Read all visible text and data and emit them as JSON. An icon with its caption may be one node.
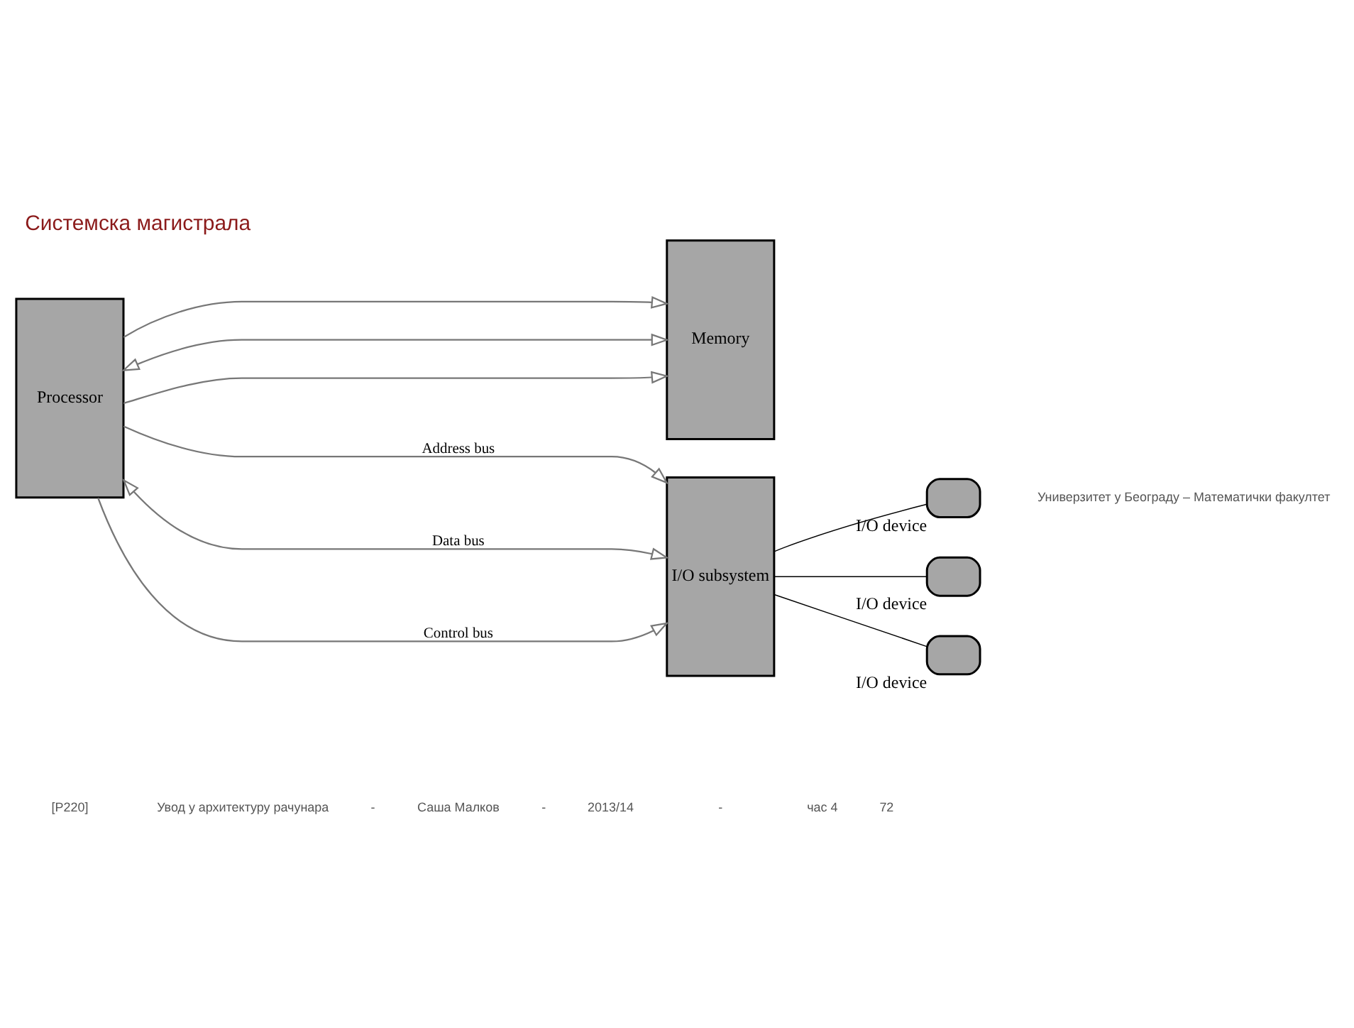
{
  "diagram": {
    "title": "Системска магистрала",
    "nodes": [
      {
        "text": [
          "Processor"
        ]
      },
      {
        "text": [
          "Memory"
        ]
      },
      {
        "text": [
          "I/O subsystem"
        ]
      },
      {
        "text": [],
        "shape": "box",
        "beside": [
          "I/O device"
        ]
      },
      {
        "text": [],
        "shape": "box",
        "beside": [
          "I/O device"
        ]
      },
      {
        "text": [],
        "shape": "box",
        "beside": [
          "I/O device"
        ]
      }
    ],
    "edges": [
      {
        "from": 0,
        "to": 1,
        "arrow": "to"
      },
      {
        "from": 0,
        "to": 2,
        "arrow": "to",
        "label": "Address bus"
      },
      {
        "from": 0,
        "to": 1,
        "arrow": "both"
      },
      {
        "from": 0,
        "to": 2,
        "arrow": "both",
        "label": "Data bus"
      },
      {
        "from": 0,
        "to": 1,
        "arrow": "to"
      },
      {
        "from": 0,
        "to": 2,
        "arrow": "to",
        "label": "Control bus"
      },
      {
        "from": 2,
        "to": 3,
        "arrow": "none",
        "color": "#000000"
      },
      {
        "from": 2,
        "to": 4,
        "arrow": "none",
        "color": "#000000"
      },
      {
        "from": 2,
        "to": 5,
        "arrow": "none",
        "color": "#000000"
      }
    ],
    "labels": [
      "Универзитет у Београду – Математички факултет",
      "[P220]",
      "Увод у архитектуру рачунара",
      "-",
      "Саша Малков",
      "-",
      "2013/14",
      "-",
      "час 4",
      "72"
    ]
  }
}
